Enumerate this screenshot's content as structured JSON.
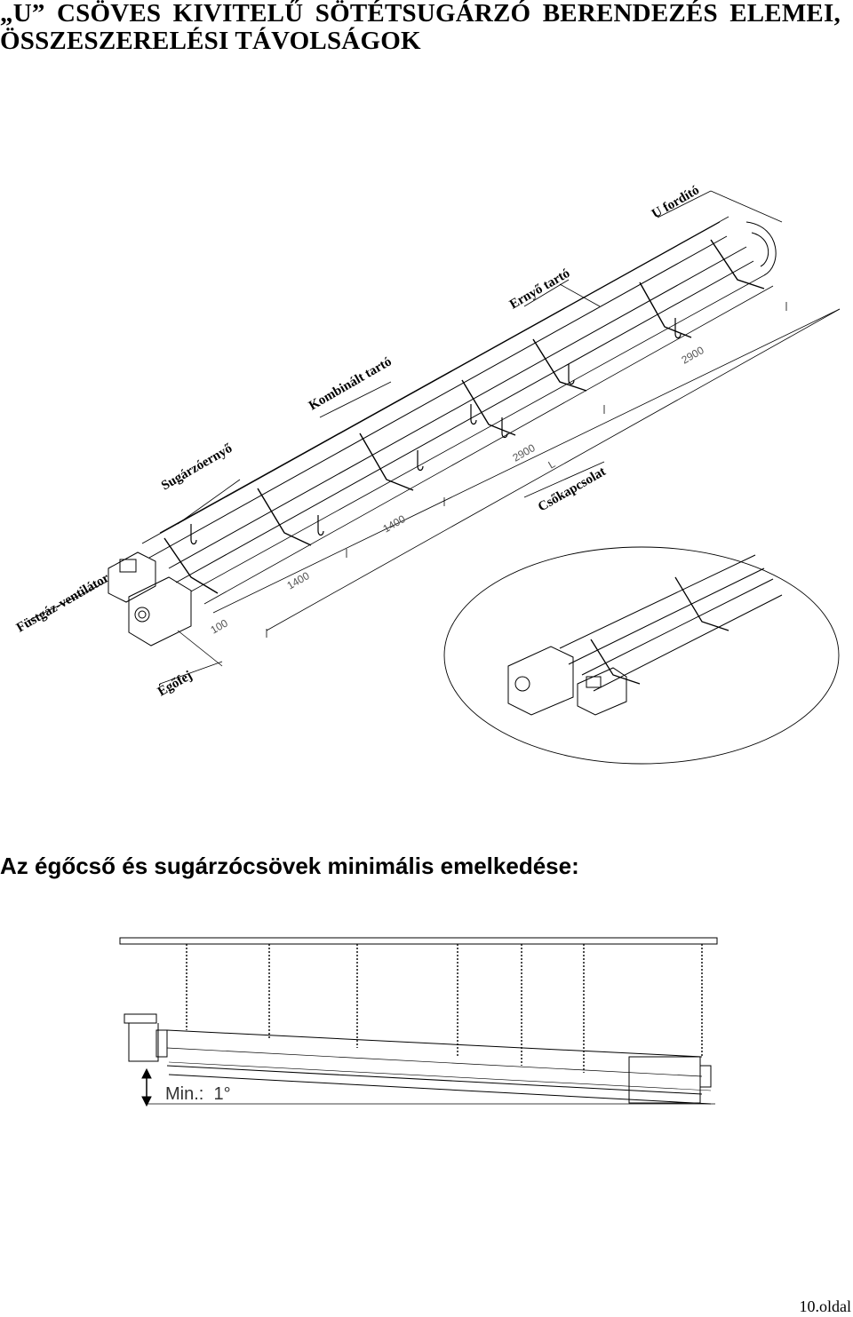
{
  "title": {
    "line1": "„U” CSÖVES KIVITELŰ SÖTÉTSUGÁRZÓ BERENDEZÉS ELEMEI,",
    "line2": "ÖSSZESZERELÉSI TÁVOLSÁGOK"
  },
  "diagram1": {
    "labels": {
      "u_fordito": "U fordító",
      "ernyo_tarto": "Ernyő tartó",
      "kombinalt_tarto": "Kombinált tartó",
      "sugarzoernyo": "Sugárzóernyő",
      "csokapcsolat": "Csőkapcsolat",
      "fustgaz_ventilator": "Füstgáz-ventilátor",
      "egofej": "Égőfej"
    },
    "dimensions": {
      "d100": "100",
      "d1400a": "1400",
      "d1400b": "1400",
      "d2900a": "2900",
      "d2900b": "2900",
      "L": "L"
    }
  },
  "subtitle": "Az égőcső és sugárzócsövek minimális emelkedése:",
  "diagram2": {
    "min_label": "Min.:  1°"
  },
  "page_number": "10.oldal"
}
